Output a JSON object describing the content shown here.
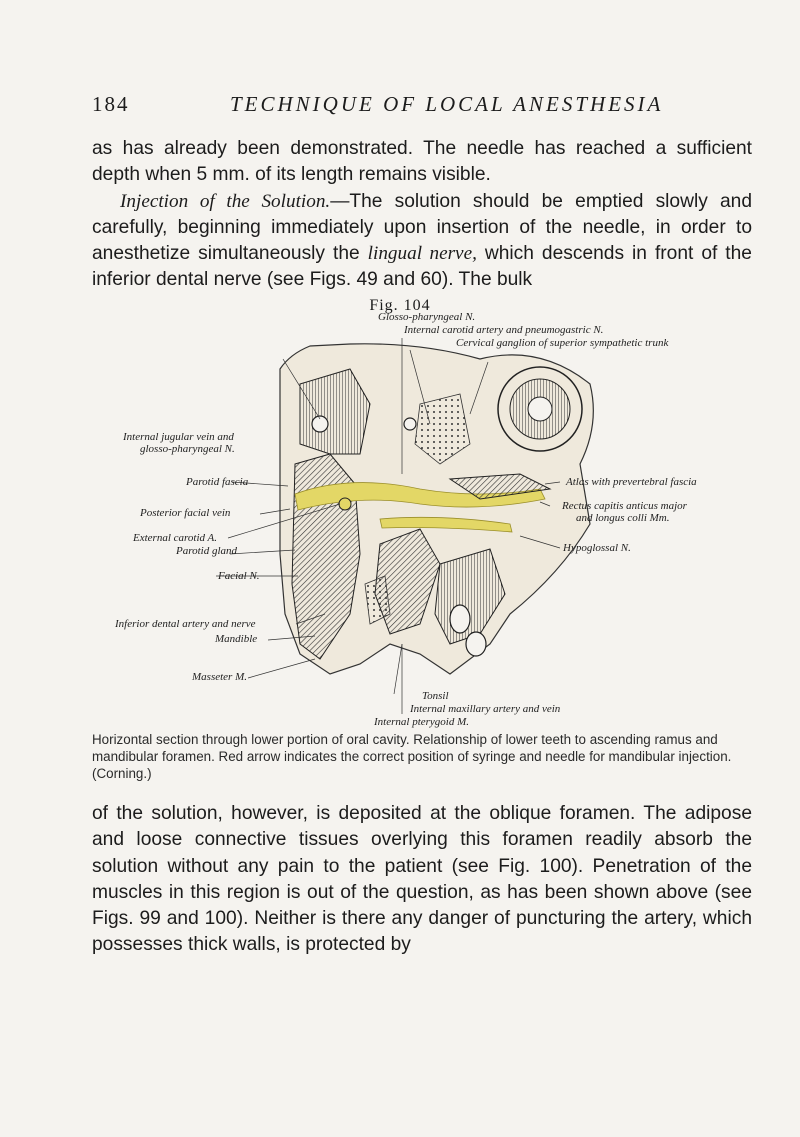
{
  "header": {
    "page_number": "184",
    "running_title": "TECHNIQUE OF LOCAL ANESTHESIA"
  },
  "text_top": {
    "line1": "as has already been demonstrated. The needle has reached a sufficient depth when 5 mm. of its length remains visible.",
    "heading": "Injection of the Solution.",
    "p2_before": "—The solution should be emptied slowly and carefully, beginning immediately upon insertion of the needle, in order to anesthetize simultaneously the",
    "p2_italic": "lingual nerve,",
    "p2_after": "which descends in front of the inferior dental nerve (see Figs. 49 and 60). The bulk"
  },
  "figure": {
    "title": "Fig. 104",
    "labels_top": [
      "Glosso-pharyngeal N.",
      "Internal carotid artery and pneumogastric N.",
      "Cervical ganglion of superior sympathetic trunk"
    ],
    "labels_left": [
      "Internal jugular vein and",
      "glosso-pharyngeal N.",
      "Parotid fascia",
      "Posterior facial vein",
      "External carotid A.",
      "Parotid gland",
      "Facial N.",
      "Inferior dental artery and nerve",
      "Mandible",
      "Masseter M."
    ],
    "labels_right": [
      "Atlas with prevertebral fascia",
      "Rectus capitis anticus major",
      "and longus colli Mm.",
      "Hypoglossal N."
    ],
    "labels_bottom": [
      "Tonsil",
      "Internal maxillary artery and vein",
      "Internal pterygoid M."
    ],
    "caption": "Horizontal section through lower portion of oral cavity. Relationship of lower teeth to ascending ramus and mandibular foramen. Red arrow indicates the correct position of syringe and needle for mandibular injection. (Corning.)"
  },
  "text_bottom": "of the solution, however, is deposited at the oblique foramen. The adipose and loose connective tissues overlying this foramen readily absorb the solution without any pain to the patient (see Fig. 100). Penetration of the muscles in this region is out of the question, as has been shown above (see Figs. 99 and 100). Neither is there any danger of puncturing the artery, which possesses thick walls, is protected by",
  "colors": {
    "paper": "#f5f3ef",
    "ink": "#1c1c1c",
    "fascia_yellow": "#e3d766"
  }
}
